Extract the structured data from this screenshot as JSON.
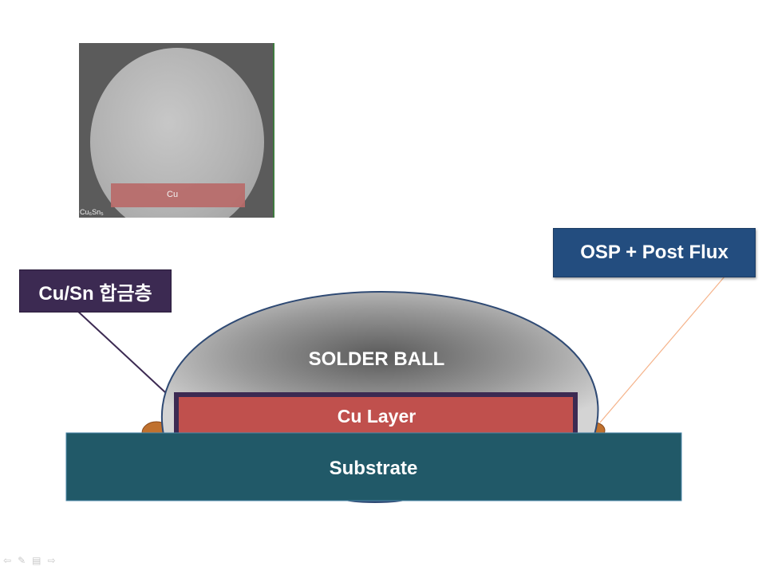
{
  "photo": {
    "cu_label": "Cu",
    "cusn_label": "Cu₆Sn₅"
  },
  "callouts": {
    "cusn_alloy": "Cu/Sn 합금층",
    "osp_flux": "OSP + Post Flux"
  },
  "diagram": {
    "solder_ball": "SOLDER BALL",
    "cu_layer": "Cu Layer",
    "substrate": "Substrate"
  },
  "colors": {
    "cusn_box": "#3c2a52",
    "osp_box": "#234d7f",
    "cu_layer": "#c0504d",
    "substrate": "#215968",
    "solder_edge": "#2f4a74",
    "flux_bead": "#c0712e",
    "osp_leader": "#f5b38a"
  },
  "nav_icons": [
    "prev-arrow-icon",
    "pen-icon",
    "menu-icon",
    "next-arrow-icon"
  ]
}
